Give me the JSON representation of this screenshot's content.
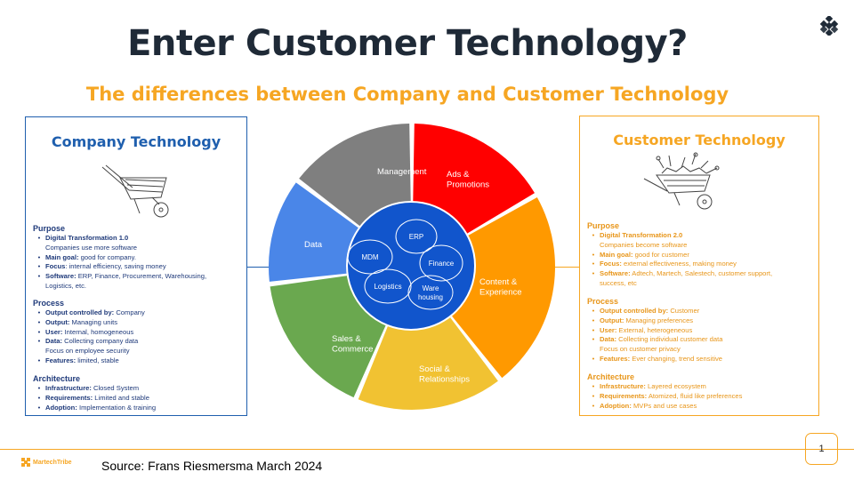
{
  "header": {
    "title": "Enter Customer Technology?",
    "subtitle": "The differences between Company and Customer Technology"
  },
  "company": {
    "heading": "Company Technology",
    "purpose_title": "Purpose",
    "purpose": [
      {
        "label": "Digital Transformation 1.0",
        "value": "",
        "cont": "Companies use more software"
      },
      {
        "label": "Main goal:",
        "value": " good for company.",
        "cont": ""
      },
      {
        "label": "Focus",
        "value": ": internal efficiency, saving money",
        "cont": ""
      },
      {
        "label": "Software:",
        "value": " ERP, Finance, Procurement, Warehousing,",
        "cont": "Logistics, etc."
      }
    ],
    "process_title": "Process",
    "process": [
      {
        "label": "Output controlled by:",
        "value": " Company",
        "cont": ""
      },
      {
        "label": "Output:",
        "value": " Managing units",
        "cont": ""
      },
      {
        "label": "User:",
        "value": " Internal, homogeneous",
        "cont": ""
      },
      {
        "label": "Data:",
        "value": " Collecting company data",
        "cont": "Focus on employee security"
      },
      {
        "label": "Features:",
        "value": " limited, stable",
        "cont": ""
      }
    ],
    "architecture_title": "Architecture",
    "architecture": [
      {
        "label": "Infrastructure:",
        "value": " Closed System",
        "cont": ""
      },
      {
        "label": "Requirements:",
        "value": " Limited and stable",
        "cont": ""
      },
      {
        "label": "Adoption:",
        "value": " Implementation & training",
        "cont": ""
      }
    ]
  },
  "customer": {
    "heading": "Customer Technology",
    "purpose_title": "Purpose",
    "purpose": [
      {
        "label": "Digital Transformation 2.0",
        "value": "",
        "cont": "Companies become software"
      },
      {
        "label": "Main goal:",
        "value": " good for customer",
        "cont": ""
      },
      {
        "label": "Focus:",
        "value": " external effectiveness, making money",
        "cont": ""
      },
      {
        "label": "Software:",
        "value": " Adtech, Martech, Salestech, customer support,",
        "cont": "success, etc"
      }
    ],
    "process_title": "Process",
    "process": [
      {
        "label": "Output controlled by:",
        "value": " Customer",
        "cont": ""
      },
      {
        "label": "Output:",
        "value": " Managing preferences",
        "cont": ""
      },
      {
        "label": "User:",
        "value": " External, heterogeneous",
        "cont": ""
      },
      {
        "label": "Data:",
        "value": " Collecting individual customer data",
        "cont": "Focus on customer privacy"
      },
      {
        "label": "Features:",
        "value": " Ever changing, trend sensitive",
        "cont": ""
      }
    ],
    "architecture_title": "Architecture",
    "architecture": [
      {
        "label": "Infrastructure:",
        "value": " Layered ecosystem",
        "cont": ""
      },
      {
        "label": "Requirements:",
        "value": " Atomized, fluid like preferences",
        "cont": ""
      },
      {
        "label": "Adoption:",
        "value": " MVPs and use cases",
        "cont": ""
      }
    ]
  },
  "wheel": {
    "segments": [
      {
        "lines": [
          "Management"
        ],
        "color": "#7f7f7f"
      },
      {
        "lines": [
          "Ads &",
          "Promotions"
        ],
        "color": "#ff0000"
      },
      {
        "lines": [
          "Content &",
          "Experience"
        ],
        "color": "#ff9900"
      },
      {
        "lines": [
          "Social &",
          "Relationships"
        ],
        "color": "#f1c232"
      },
      {
        "lines": [
          "Sales &",
          "Commerce"
        ],
        "color": "#6aa84f"
      },
      {
        "lines": [
          "Data"
        ],
        "color": "#4a86e8"
      }
    ],
    "core": [
      {
        "lines": [
          "ERP"
        ]
      },
      {
        "lines": [
          "MDM"
        ]
      },
      {
        "lines": [
          "Finance"
        ]
      },
      {
        "lines": [
          "Logistics"
        ]
      },
      {
        "lines": [
          "Ware",
          "housing"
        ]
      }
    ],
    "core_color": "#1155cc"
  },
  "footer": {
    "brand": "MartechTribe",
    "source": "Source: Frans Riesmersma March 2024",
    "page_number": "1"
  },
  "colors": {
    "company": "#1f5fae",
    "customer": "#f6a623",
    "title": "#1f2a37"
  },
  "icons": [
    "diamond-grid-logo-icon",
    "wheelbarrow-icon",
    "wheelbarrow-with-tools-icon",
    "martechtribe-logo-icon"
  ]
}
